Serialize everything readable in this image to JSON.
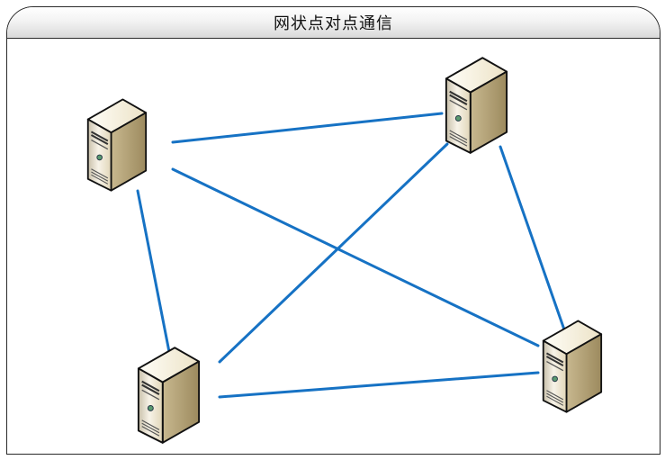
{
  "diagram": {
    "title": "网状点对点通信",
    "nodes": [
      {
        "id": "server-top-left",
        "icon": "server-tower-icon"
      },
      {
        "id": "server-top-right",
        "icon": "server-tower-icon"
      },
      {
        "id": "server-bottom-left",
        "icon": "server-tower-icon"
      },
      {
        "id": "server-bottom-right",
        "icon": "server-tower-icon"
      }
    ],
    "links": [
      {
        "from": "server-top-left",
        "to": "server-top-right"
      },
      {
        "from": "server-top-left",
        "to": "server-bottom-left"
      },
      {
        "from": "server-top-left",
        "to": "server-bottom-right"
      },
      {
        "from": "server-top-right",
        "to": "server-bottom-left"
      },
      {
        "from": "server-top-right",
        "to": "server-bottom-right"
      },
      {
        "from": "server-bottom-left",
        "to": "server-bottom-right"
      }
    ],
    "colors": {
      "link": "#1672c4",
      "server_face": "#efe7d3",
      "server_side": "#b0a079",
      "frame": "#2a2a2a"
    }
  }
}
